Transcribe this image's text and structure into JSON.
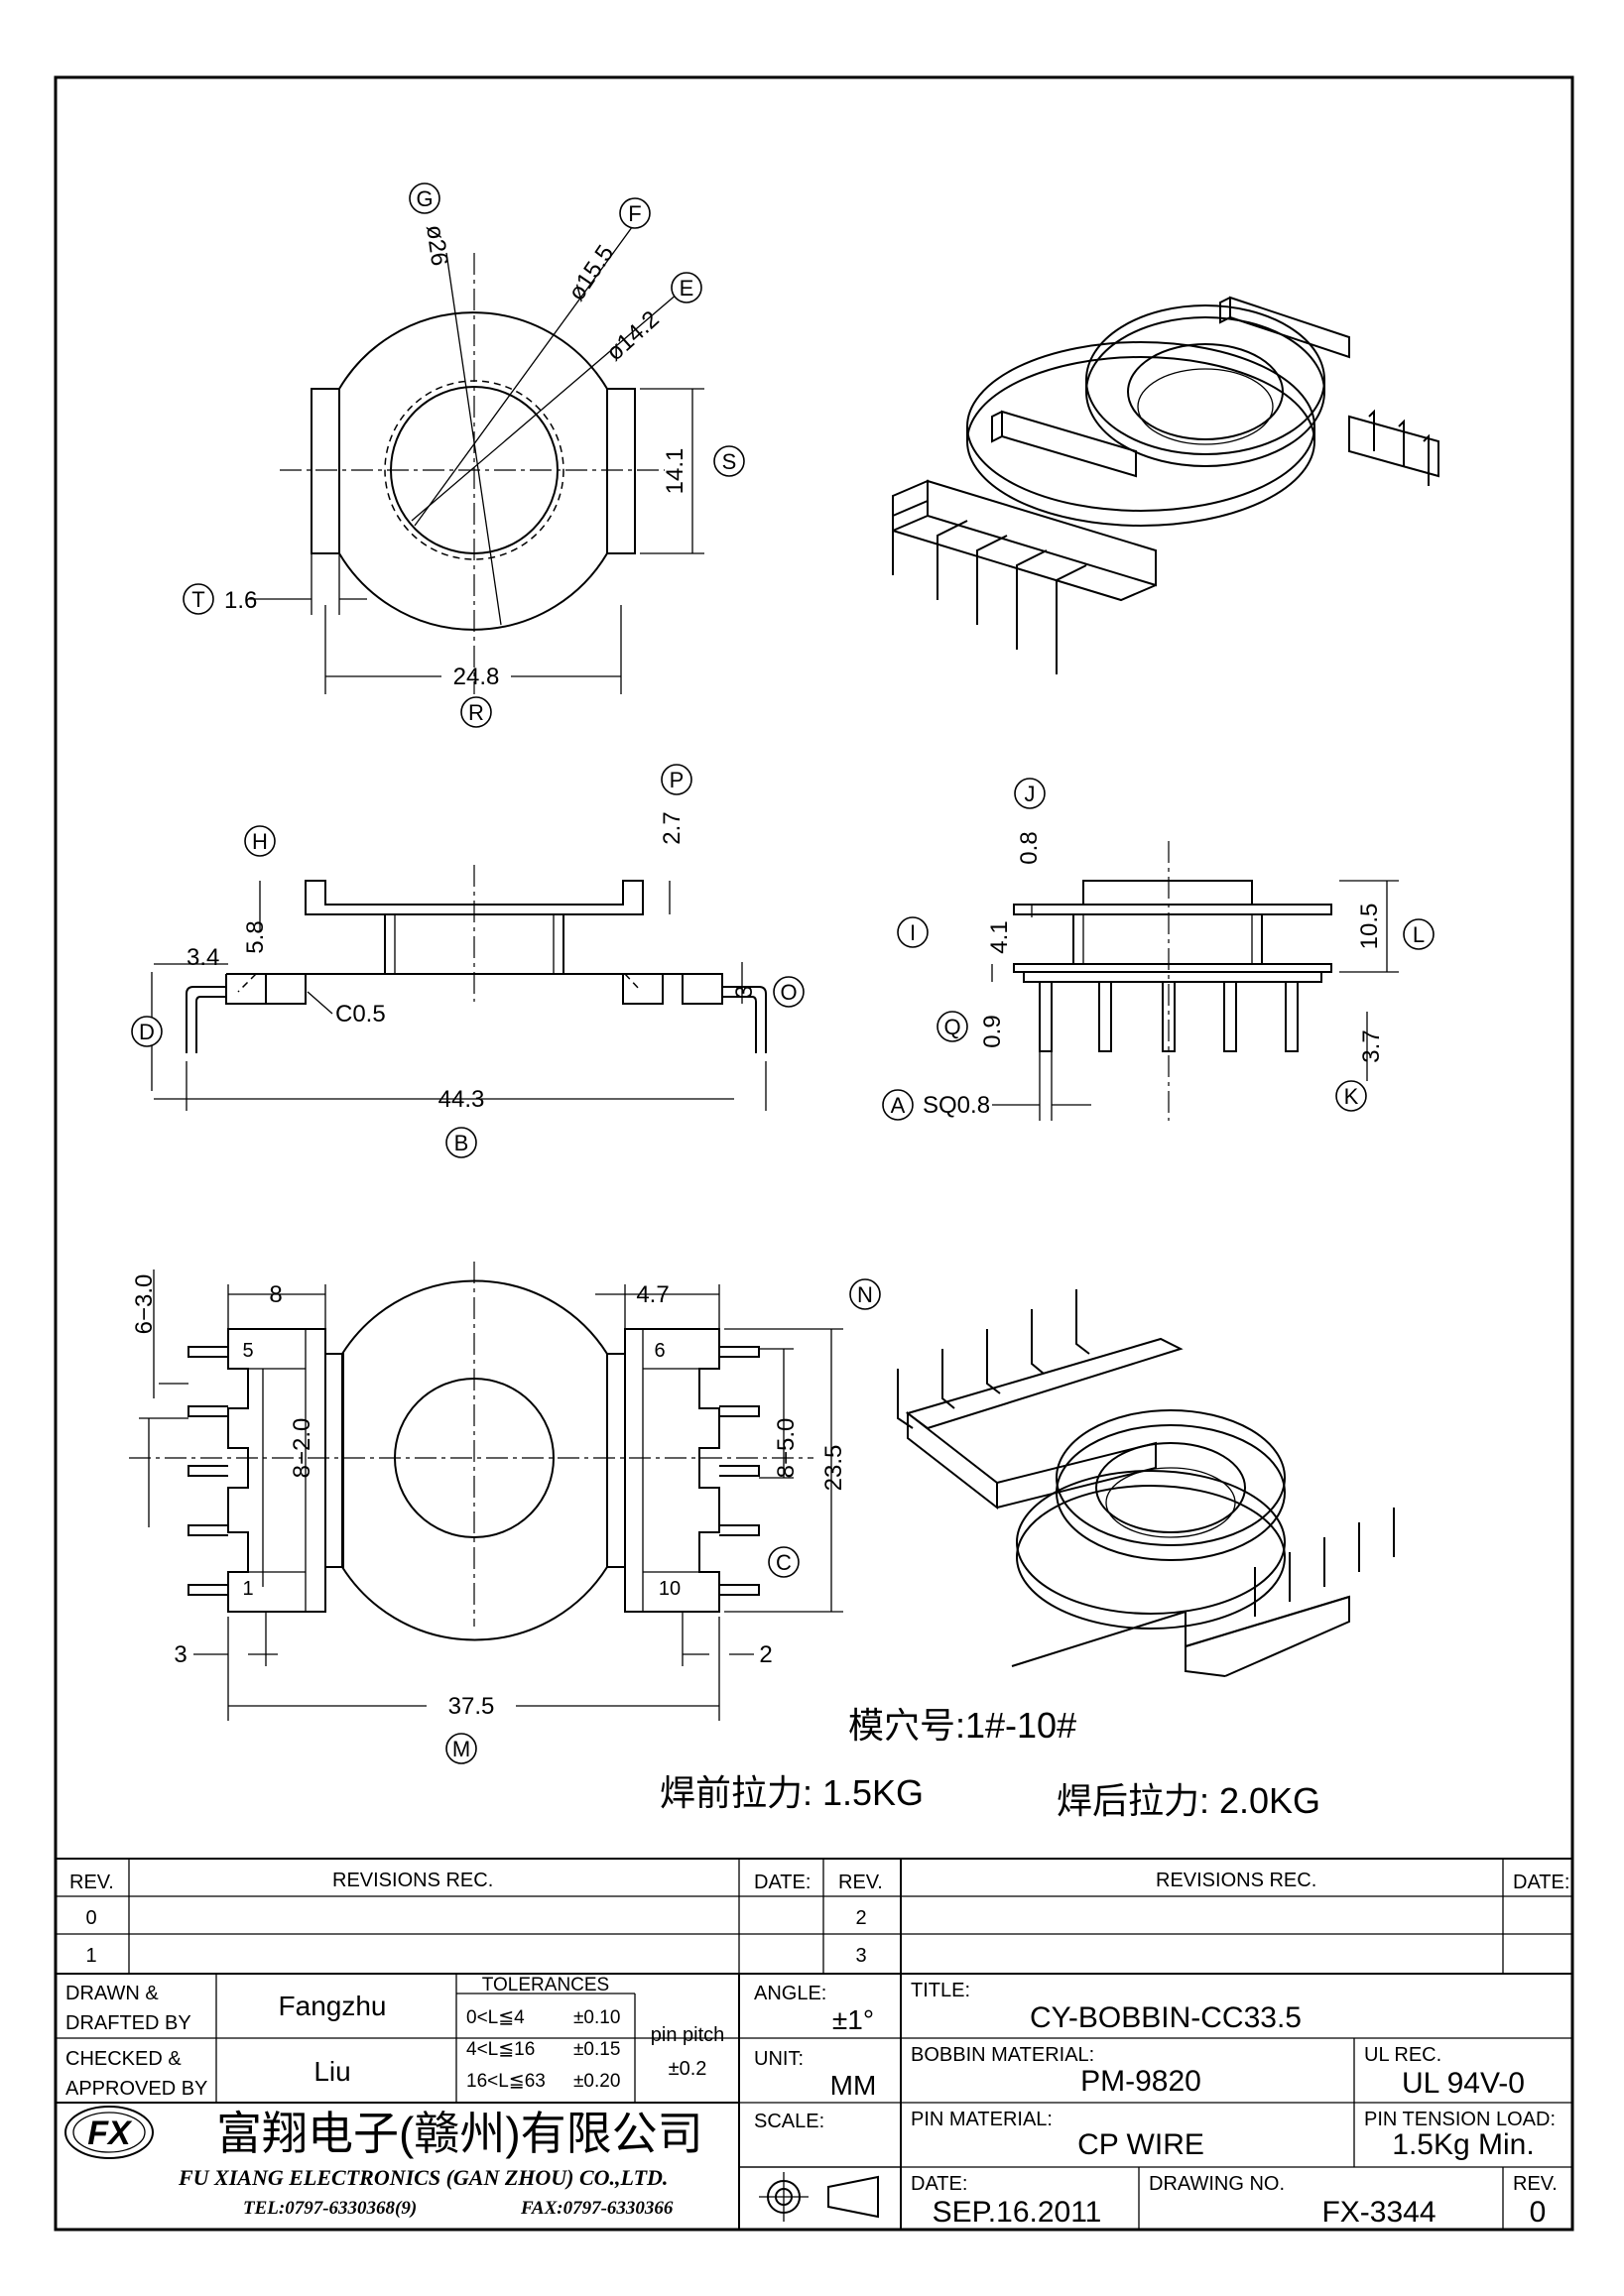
{
  "top_view": {
    "callouts": {
      "G": "G",
      "F": "F",
      "E": "E",
      "S": "S",
      "T": "T",
      "R": "R"
    },
    "dims": {
      "phi26": "ø26",
      "phi155": "ø15.5",
      "phi142": "ø14.2",
      "d141": "14.1",
      "d16": "1.6",
      "d248": "24.8"
    }
  },
  "side_view": {
    "callouts": {
      "H": "H",
      "P": "P",
      "D": "D",
      "O": "O",
      "B": "B"
    },
    "dims": {
      "d27": "2.7",
      "d58": "5.8",
      "d34": "3.4",
      "c05": "C0.5",
      "d3": "3",
      "d443": "44.3"
    }
  },
  "end_view": {
    "callouts": {
      "J": "J",
      "I": "I",
      "L": "L",
      "Q": "Q",
      "A": "A",
      "K": "K"
    },
    "dims": {
      "d08": "0.8",
      "d41": "4.1",
      "d105": "10.5",
      "d09": "0.9",
      "d37": "3.7",
      "sq08": "SQ0.8"
    }
  },
  "bottom_view": {
    "callouts": {
      "N": "N",
      "C": "C",
      "M": "M"
    },
    "dims": {
      "d6_30": "6−3.0",
      "d8": "8",
      "d47": "4.7",
      "d8_20": "8−2.0",
      "d8_50": "8−5.0",
      "d235": "23.5",
      "d3": "3",
      "d2": "2",
      "d375": "37.5"
    },
    "pins": {
      "p5": "5",
      "p6": "6",
      "p1": "1",
      "p10": "10"
    }
  },
  "notes": {
    "cavity": "模穴号:1#-10#",
    "pull_before": "焊前拉力: 1.5KG",
    "pull_after": "焊后拉力: 2.0KG"
  },
  "title_block": {
    "rev_header": "REV.",
    "revisions_header": "REVISIONS   REC.",
    "date_header": "DATE:",
    "rev_rows": [
      "0",
      "1",
      "2",
      "3"
    ],
    "drawn_label1": "DRAWN  &",
    "drawn_label2": "DRAFTED BY",
    "drawn_value": "Fangzhu",
    "checked_label1": "CHECKED  &",
    "checked_label2": "APPROVED BY",
    "checked_value": "Liu",
    "tol_header": "TOLERANCES",
    "tol_rows": [
      {
        "range": "0<L≦4",
        "tol": "±0.10"
      },
      {
        "range": "4<L≦16",
        "tol": "±0.15"
      },
      {
        "range": "16<L≦63",
        "tol": "±0.20"
      }
    ],
    "pin_pitch_label": "pin  pitch",
    "pin_pitch_value": "±0.2",
    "angle_label": "ANGLE:",
    "angle_value": "±1°",
    "unit_label": "UNIT:",
    "unit_value": "MM",
    "scale_label": "SCALE:",
    "title_label": "TITLE:",
    "title_value": "CY-BOBBIN-CC33.5",
    "bobbin_label": "BOBBIN  MATERIAL:",
    "bobbin_value": "PM-9820",
    "ul_label": "UL  REC.",
    "ul_value": "UL  94V-0",
    "pin_mat_label": "PIN  MATERIAL:",
    "pin_mat_value": "CP  WIRE",
    "pin_tension_label": "PIN  TENSION  LOAD:",
    "pin_tension_value": "1.5Kg  Min.",
    "date_label": "DATE:",
    "date_value": "SEP.16.2011",
    "drawing_no_label": "DRAWING  NO.",
    "drawing_no_value": "FX-3344",
    "rev_label": "REV.",
    "rev_value": "0",
    "company_cn": "富翔电子(赣州)有限公司",
    "company_en": "FU  XIANG  ELECTRONICS  (GAN  ZHOU)  CO.,LTD.",
    "tel": "TEL:0797-6330368(9)",
    "fax": "FAX:0797-6330366",
    "logo": "FX"
  }
}
